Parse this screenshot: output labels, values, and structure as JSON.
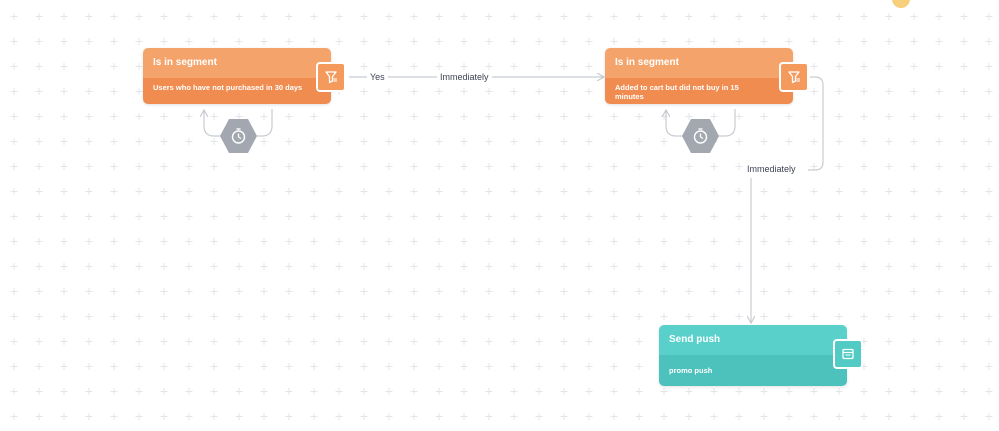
{
  "nodes": {
    "segment_1": {
      "title": "Is in segment",
      "description": "Users who have not purchased in 30 days",
      "icon": "segment-filter-icon"
    },
    "segment_2": {
      "title": "Is in segment",
      "description": "Added to cart but did not buy in 15 minutes",
      "icon": "segment-filter-icon"
    },
    "send_push": {
      "title": "Send push",
      "description": "promo push",
      "icon": "push-notification-icon"
    }
  },
  "edges": {
    "yes_label": "Yes",
    "immediately_label_1": "Immediately",
    "immediately_label_2": "Immediately"
  },
  "loops": {
    "loop_1_icon": "timer-icon",
    "loop_2_icon": "timer-icon"
  },
  "colors": {
    "segment_head": "#f4a46b",
    "segment_body": "#f08c4f",
    "push_head": "#5ad0cb",
    "push_body": "#4dc1bc",
    "connector": "#c8ccd2",
    "hex": "#a3a7b0",
    "grid": "#e6e7ea"
  }
}
